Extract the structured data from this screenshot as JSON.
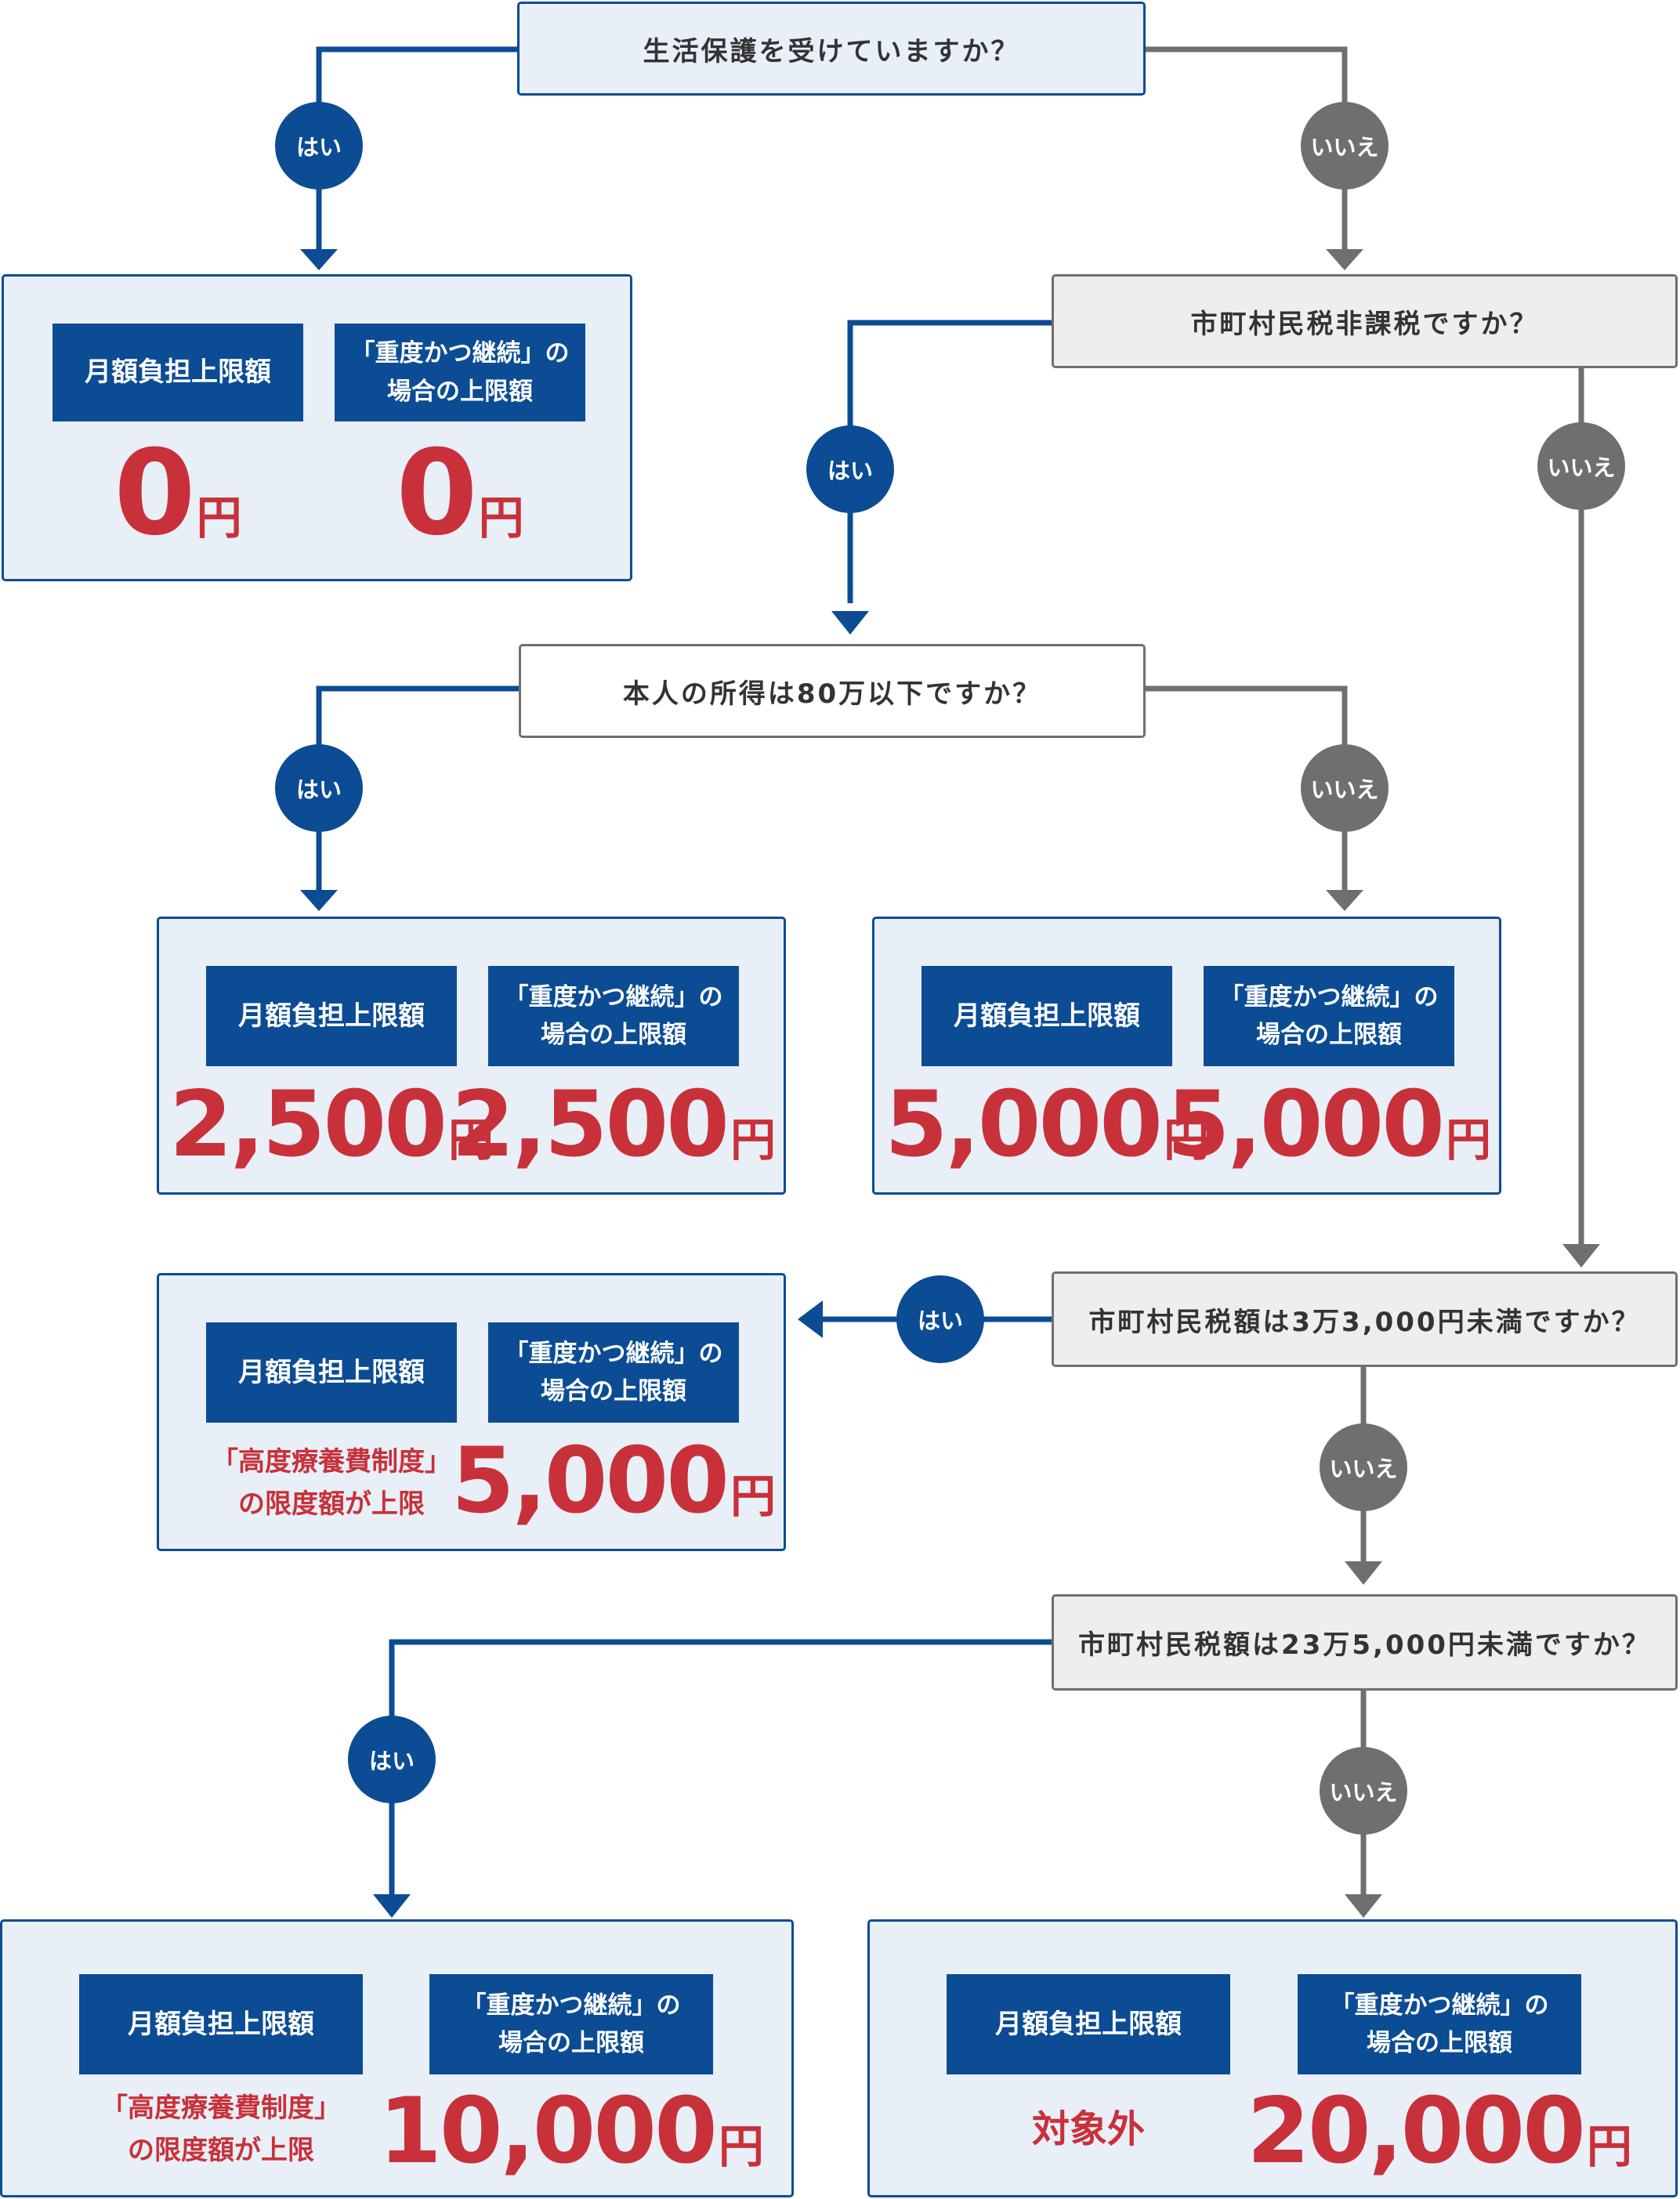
{
  "questions": {
    "q1": "生活保護を受けていますか？",
    "q2": "市町村民税非課税ですか？",
    "q3": "本人の所得は80万以下ですか？",
    "q4": "市町村民税額は3万3,000円未満ですか？",
    "q5": "市町村民税額は23万5,000円未満ですか？"
  },
  "answers": {
    "yes": "はい",
    "no": "いいえ"
  },
  "labels": {
    "monthly": "月額負担上限額",
    "severe_line1": "「重度かつ継続」の",
    "severe_line2": "場合の上限額"
  },
  "unit": "円",
  "results": {
    "r1": {
      "monthly": "0",
      "severe": "0"
    },
    "r2": {
      "monthly": "2,500",
      "severe": "2,500"
    },
    "r3": {
      "monthly": "5,000",
      "severe": "5,000"
    },
    "r4": {
      "monthly_note_line1": "「高度療養費制度」",
      "monthly_note_line2": "の限度額が上限",
      "severe": "5,000"
    },
    "r5": {
      "monthly_note_line1": "「高度療養費制度」",
      "monthly_note_line2": "の限度額が上限",
      "severe": "10,000"
    },
    "r6": {
      "monthly_note": "対象外",
      "severe": "20,000"
    }
  },
  "colors": {
    "yes": "#0b4c94",
    "no": "#6f6f6f",
    "amount": "#c8313a",
    "panel": "#e8eff7"
  }
}
